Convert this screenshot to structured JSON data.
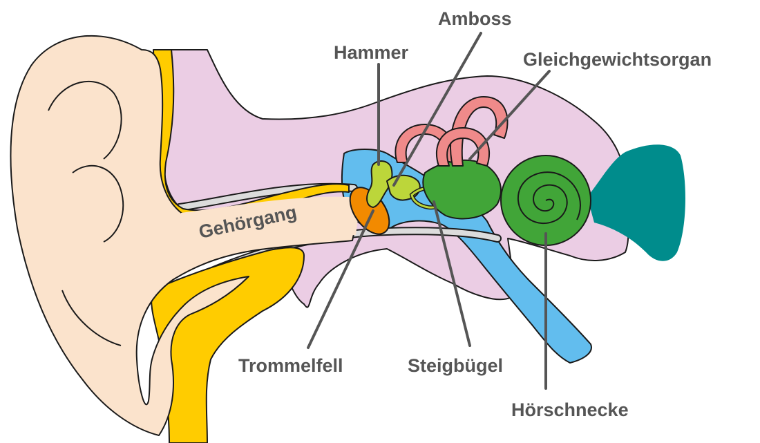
{
  "labels": {
    "amboss": "Amboss",
    "hammer": "Hammer",
    "gleichgewichtsorgan": "Gleichgewichtsorgan",
    "gehoergang": "Gehörgang",
    "trommelfell": "Trommelfell",
    "steigbuegel": "Steigbügel",
    "hoerschnecke": "Hörschnecke"
  },
  "colors": {
    "outer_ear_skin": "#fbe3cc",
    "cartilage": "#ffcc00",
    "temporal_bone": "#ebcde4",
    "middle_ear_cavity": "#62bdee",
    "eardrum": "#f28a00",
    "ossicles": "#bcd63a",
    "semicircular_canals": "#ef8a8a",
    "cochlea": "#41a538",
    "auditory_nerve": "#008c8c",
    "label_text": "#555555"
  }
}
